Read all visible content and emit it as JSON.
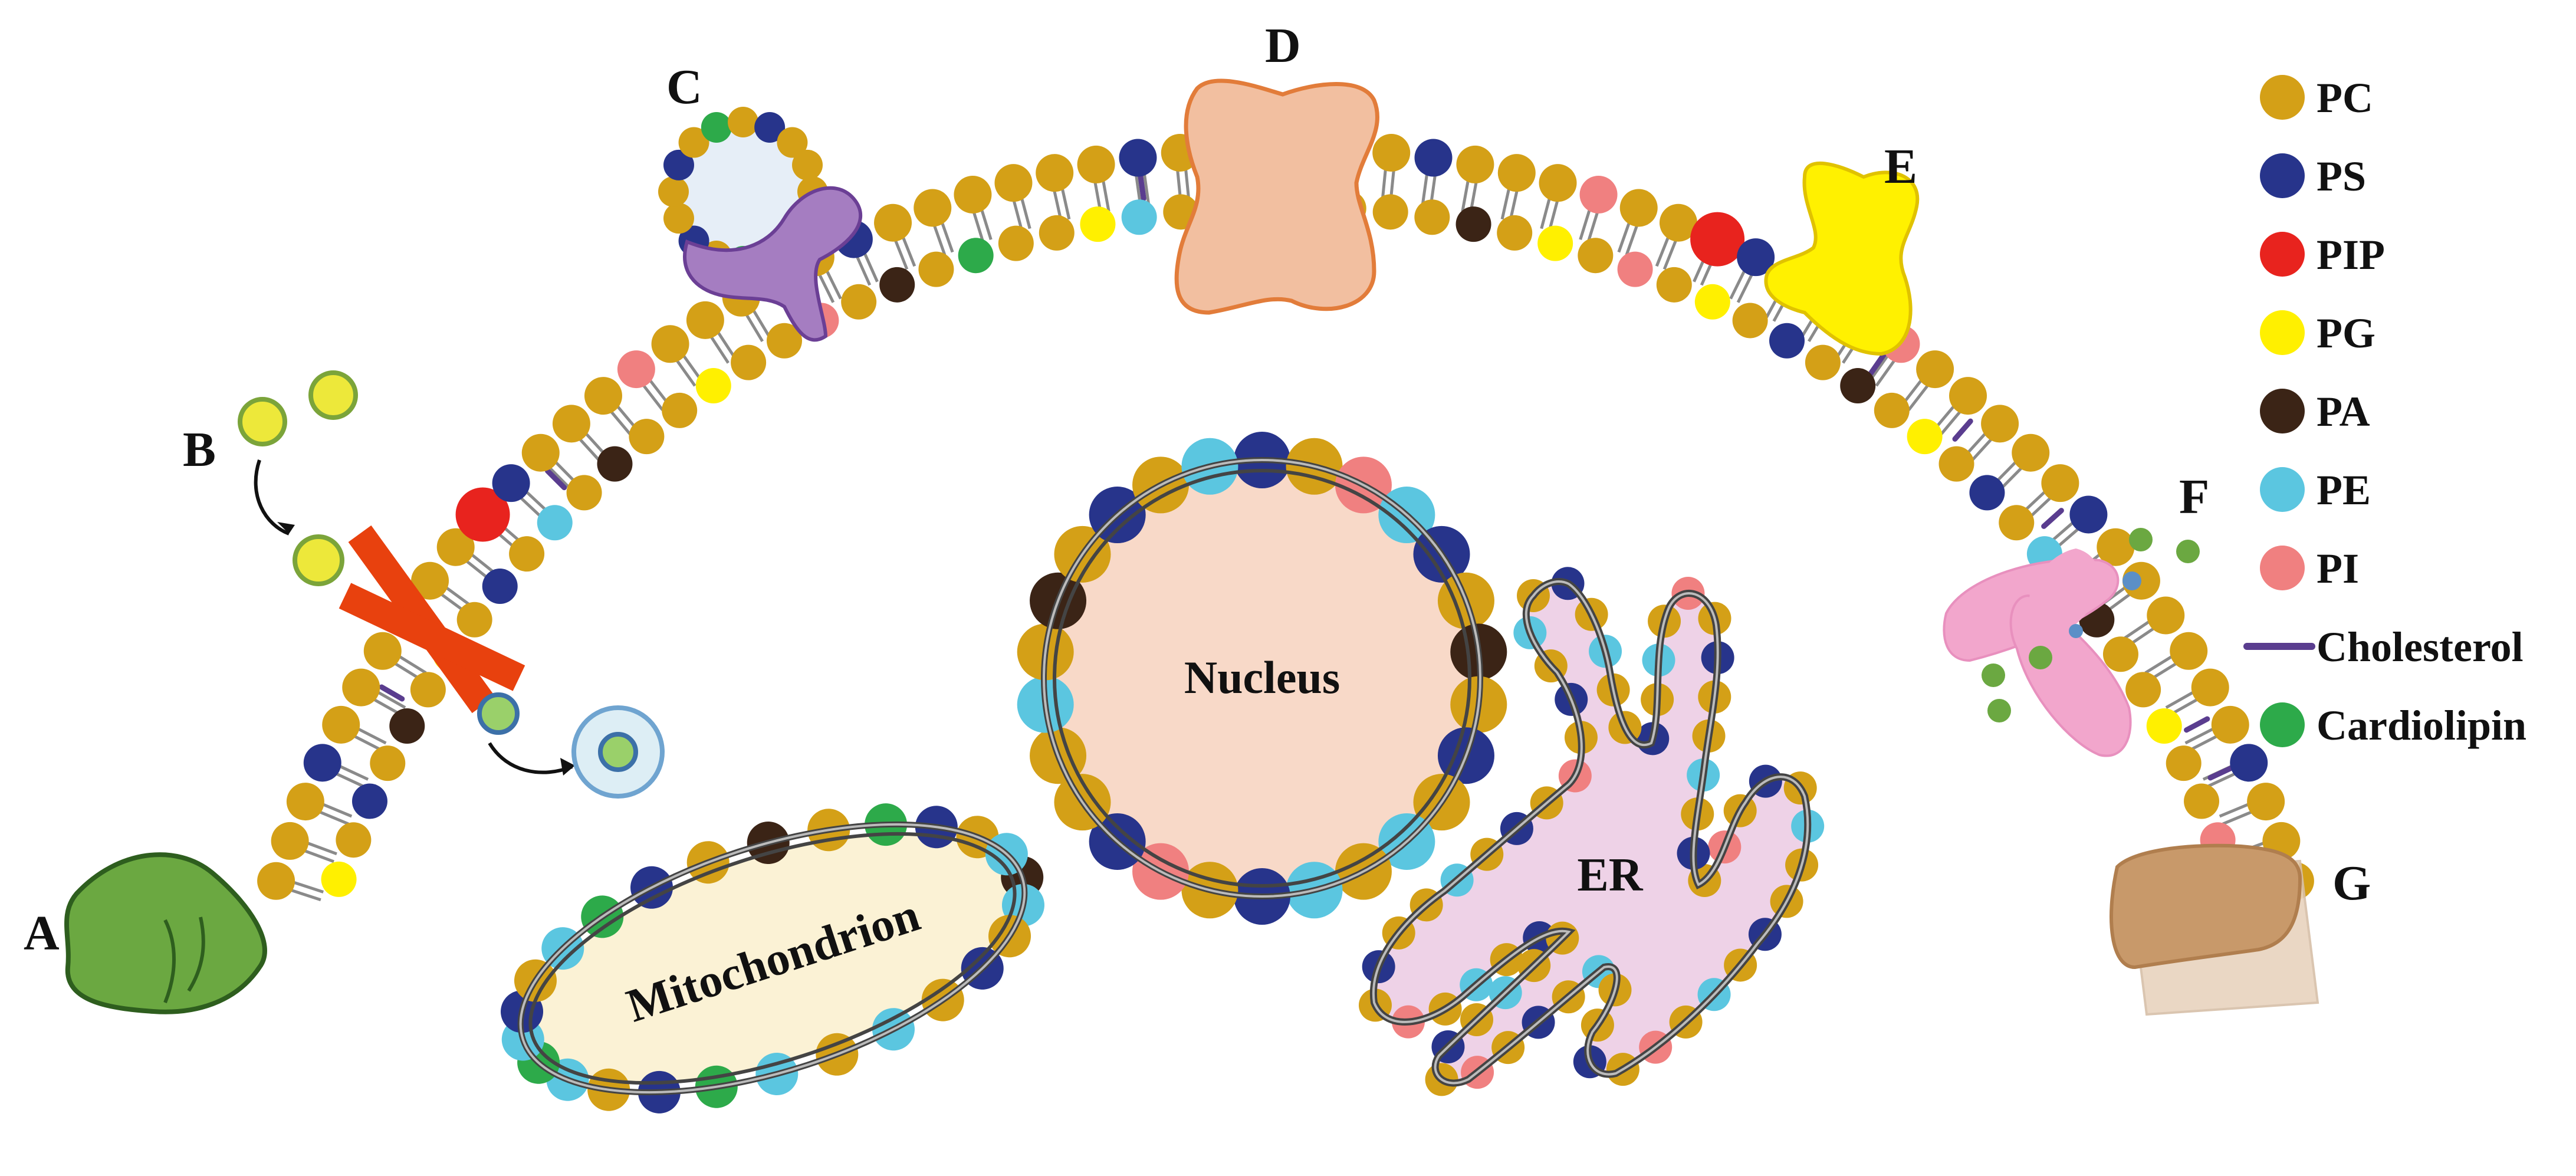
{
  "letters": {
    "a": "A",
    "b": "B",
    "c": "C",
    "d": "D",
    "e": "E",
    "f": "F",
    "g": "G"
  },
  "organelles": {
    "nucleus": "Nucleus",
    "mitochondrion": "Mitochondrion",
    "er": "ER"
  },
  "legend": [
    {
      "label": "PC",
      "color": "#D4A017",
      "shape": "dot"
    },
    {
      "label": "PS",
      "color": "#27348B",
      "shape": "dot"
    },
    {
      "label": "PIP",
      "color": "#E8231E",
      "shape": "dot"
    },
    {
      "label": "PG",
      "color": "#FFF000",
      "shape": "dot"
    },
    {
      "label": "PA",
      "color": "#3B2416",
      "shape": "dot"
    },
    {
      "label": "PE",
      "color": "#5BC6E0",
      "shape": "dot"
    },
    {
      "label": "PI",
      "color": "#F08080",
      "shape": "dot"
    },
    {
      "label": "Cholesterol",
      "color": "#5A3D8F",
      "shape": "bar"
    },
    {
      "label": "Cardiolipin",
      "color": "#2DAA4A",
      "shape": "dot"
    }
  ],
  "colors": {
    "PC": "#D4A017",
    "PS": "#27348B",
    "PIP": "#E8231E",
    "PG": "#FFF000",
    "PA": "#3B2416",
    "PE": "#5BC6E0",
    "PI": "#F08080",
    "CL": "#2DAA4A",
    "CHOL": "#5A3D8F"
  }
}
